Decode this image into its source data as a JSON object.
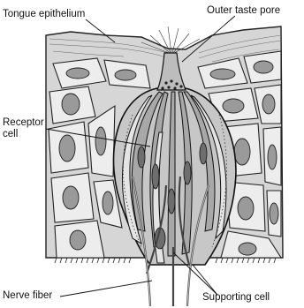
{
  "labels": {
    "tongue_epithelium": "Tongue epithelium",
    "outer_taste_pore": "Outer taste pore",
    "receptor_cell": "Receptor cell",
    "nerve_fiber": "Nerve fiber",
    "supporting_cell": "Supporting cell"
  },
  "colors": {
    "ink": "#111111",
    "fill": "#d4d4d4",
    "cell": "#bdbdbd",
    "dark": "#555555",
    "background": "#ffffff"
  }
}
